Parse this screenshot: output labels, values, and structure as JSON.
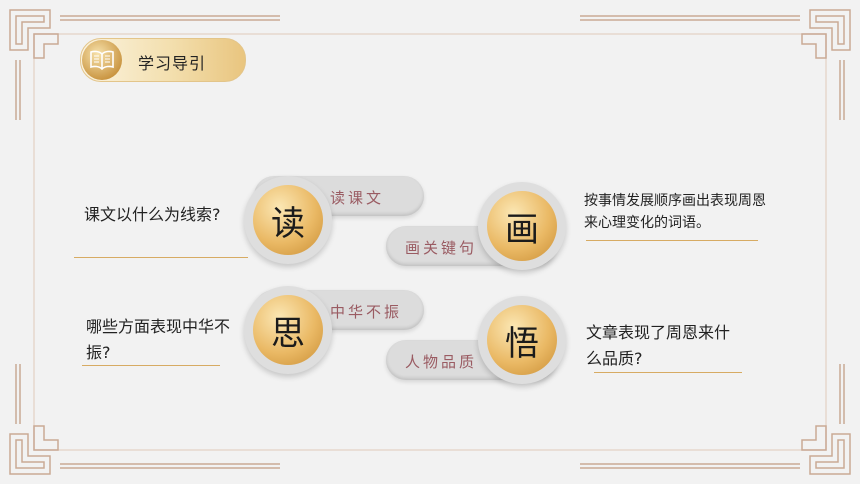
{
  "header": {
    "title": "学习导引",
    "icon": "book-icon"
  },
  "cards": [
    {
      "char": "读",
      "label": "读课文"
    },
    {
      "char": "画",
      "label": "画关键句"
    },
    {
      "char": "思",
      "label": "中华不振"
    },
    {
      "char": "悟",
      "label": "人物品质"
    }
  ],
  "questions": [
    "课文以什么为线索?",
    "按事情发展顺序画出表现周恩来心理变化的词语。",
    "哪些方面表现中华不振?",
    "文章表现了周恩来什么品质?"
  ],
  "colors": {
    "gold": "#d7ab63",
    "label": "#9a5b62",
    "border": "#c9a98f"
  }
}
